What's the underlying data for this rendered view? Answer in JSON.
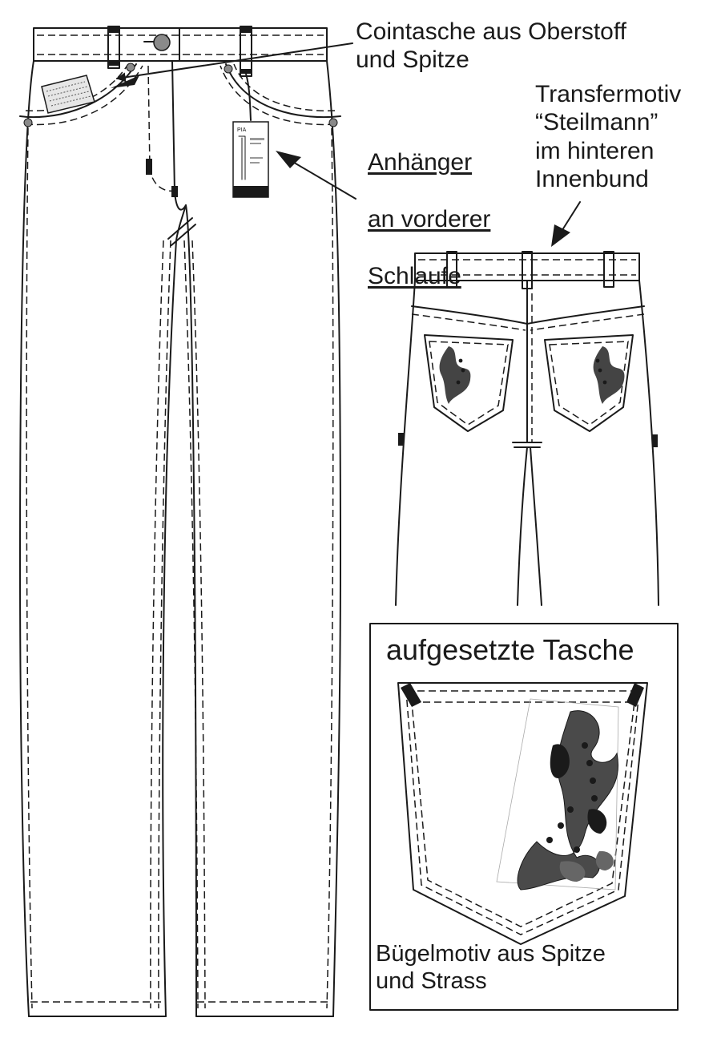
{
  "labels": {
    "coin_pocket": "Cointasche aus Oberstoff\nund Spitze",
    "tag_line1": "Anhänger",
    "tag_line2": "an vorderer",
    "tag_line3": "Schlaufe",
    "transfer_motif": "Transfermotiv\n“Steilmann”\n im hinteren\nInnenbund",
    "patch_pocket_title": "aufgesetzte Tasche",
    "motif_caption": "Bügelmotiv aus Spitze\nund Strass"
  },
  "hangtag": {
    "name": "PIA"
  },
  "colors": {
    "ink": "#1a1a1a",
    "paper": "#ffffff",
    "rivet": "#8a8a8a"
  }
}
